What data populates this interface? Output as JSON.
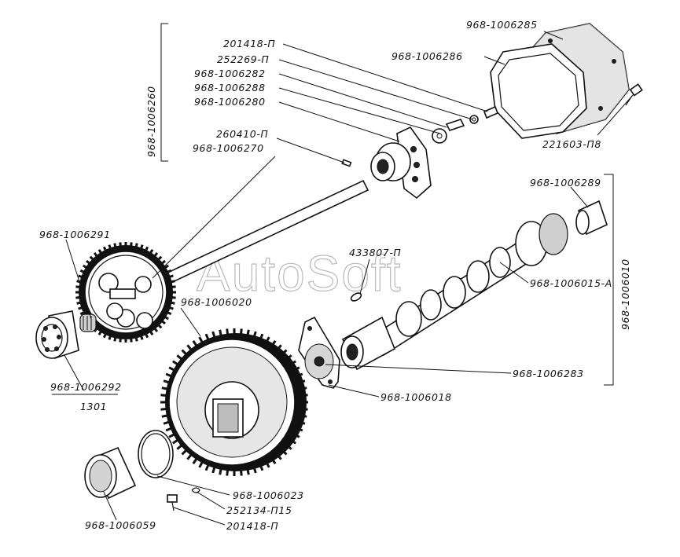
{
  "watermark": "AutoSoft",
  "groups": {
    "upper_group": "968-1006260",
    "right_group": "968-1006010"
  },
  "labels": {
    "cover": "968-1006285",
    "gasket": "968-1006286",
    "bolt_top": "221603-П8",
    "screw": "201418-П",
    "lock_washer": "252269-П",
    "washer": "968-1006282",
    "plate": "968-1006288",
    "flange": "968-1006280",
    "pin": "260410-П",
    "shaft": "968-1006270",
    "bushing": "968-1006289",
    "key": "433807-П",
    "camshaft": "968-1006015-А",
    "bearing_cover": "968-1006283",
    "flange_plate": "968-1006018",
    "spring": "968-1006291",
    "bearing": "968-1006292",
    "bearing_number": "1301",
    "gear": "968-1006020",
    "ring": "968-1006023",
    "clip": "252134-П15",
    "bolt_bottom": "201418-П",
    "sleeve": "968-1006059"
  }
}
